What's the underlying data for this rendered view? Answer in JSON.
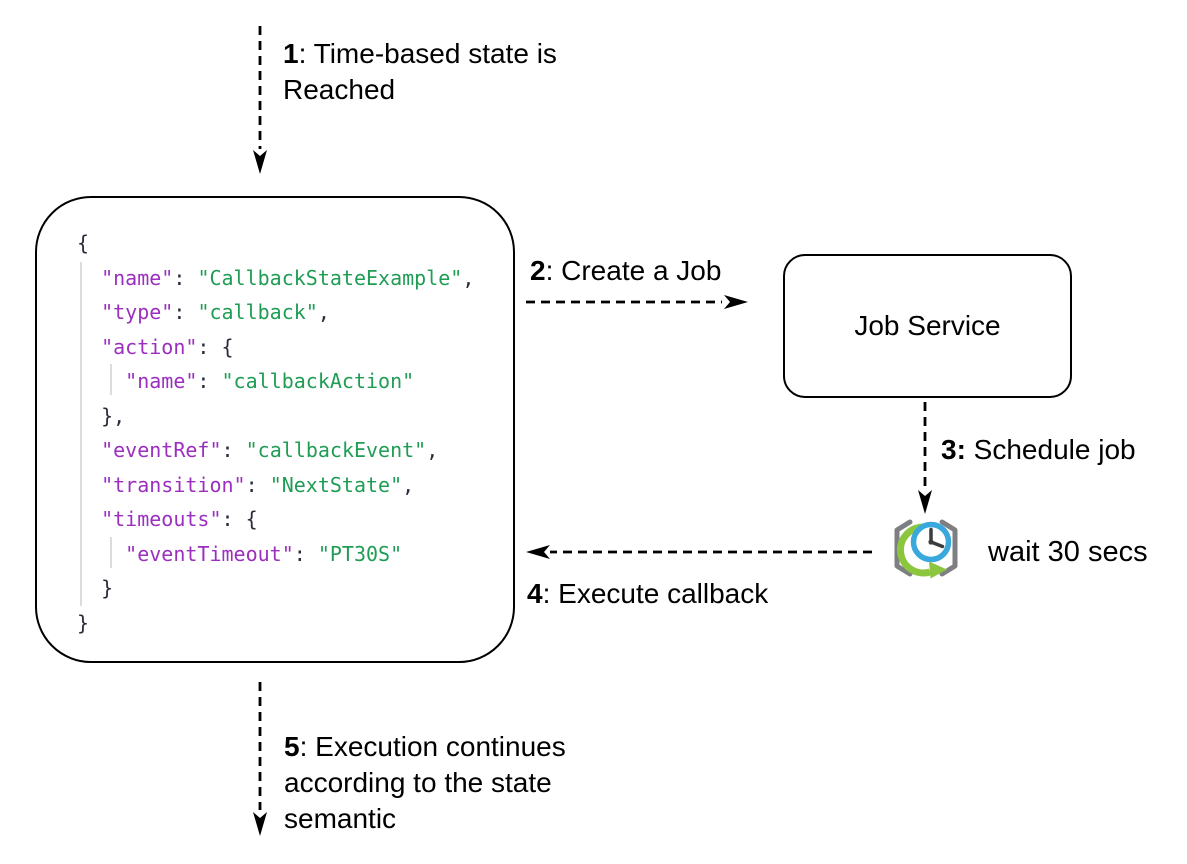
{
  "steps": {
    "step1": {
      "num": "1",
      "text": ": Time-based state is\nReached"
    },
    "step2": {
      "num": "2",
      "text": ": Create a Job"
    },
    "step3": {
      "num": "3:",
      "text": " Schedule job"
    },
    "step4": {
      "num": "4",
      "text": ": Execute callback"
    },
    "step5": {
      "num": "5",
      "text": ": Execution continues\naccording to the state\nsemantic"
    }
  },
  "nodes": {
    "job_service_label": "Job Service",
    "timer_icon": "timer-clock-icon",
    "wait_label": "wait 30 secs"
  },
  "code_block": {
    "lines": [
      [
        {
          "t": "{",
          "k": "punct"
        }
      ],
      [
        {
          "t": "  ",
          "k": "punct"
        },
        {
          "t": "\"name\"",
          "k": "key"
        },
        {
          "t": ": ",
          "k": "punct"
        },
        {
          "t": "\"CallbackStateExample\"",
          "k": "str"
        },
        {
          "t": ",",
          "k": "punct"
        }
      ],
      [
        {
          "t": "  ",
          "k": "punct"
        },
        {
          "t": "\"type\"",
          "k": "key"
        },
        {
          "t": ": ",
          "k": "punct"
        },
        {
          "t": "\"callback\"",
          "k": "str"
        },
        {
          "t": ",",
          "k": "punct"
        }
      ],
      [
        {
          "t": "  ",
          "k": "punct"
        },
        {
          "t": "\"action\"",
          "k": "key"
        },
        {
          "t": ": {",
          "k": "punct"
        }
      ],
      [
        {
          "t": "    ",
          "k": "punct"
        },
        {
          "t": "\"name\"",
          "k": "key"
        },
        {
          "t": ": ",
          "k": "punct"
        },
        {
          "t": "\"callbackAction\"",
          "k": "str"
        }
      ],
      [
        {
          "t": "  },",
          "k": "punct"
        }
      ],
      [
        {
          "t": "  ",
          "k": "punct"
        },
        {
          "t": "\"eventRef\"",
          "k": "key"
        },
        {
          "t": ": ",
          "k": "punct"
        },
        {
          "t": "\"callbackEvent\"",
          "k": "str"
        },
        {
          "t": ",",
          "k": "punct"
        }
      ],
      [
        {
          "t": "  ",
          "k": "punct"
        },
        {
          "t": "\"transition\"",
          "k": "key"
        },
        {
          "t": ": ",
          "k": "punct"
        },
        {
          "t": "\"NextState\"",
          "k": "str"
        },
        {
          "t": ",",
          "k": "punct"
        }
      ],
      [
        {
          "t": "  ",
          "k": "punct"
        },
        {
          "t": "\"timeouts\"",
          "k": "key"
        },
        {
          "t": ": {",
          "k": "punct"
        }
      ],
      [
        {
          "t": "    ",
          "k": "punct"
        },
        {
          "t": "\"eventTimeout\"",
          "k": "key"
        },
        {
          "t": ": ",
          "k": "punct"
        },
        {
          "t": "\"PT30S\"",
          "k": "str"
        }
      ],
      [
        {
          "t": "  }",
          "k": "punct"
        }
      ],
      [
        {
          "t": "}",
          "k": "punct"
        }
      ]
    ]
  },
  "colors": {
    "key_color": "#9b2fbf",
    "string_color": "#1f9d55",
    "punct_color": "#2b2b3b",
    "indent_guide_color": "#dcdcdc",
    "arrow_color": "#000000",
    "timer_green": "#8cc63f",
    "timer_blue": "#38a8dd",
    "timer_gray": "#7d7f82"
  }
}
